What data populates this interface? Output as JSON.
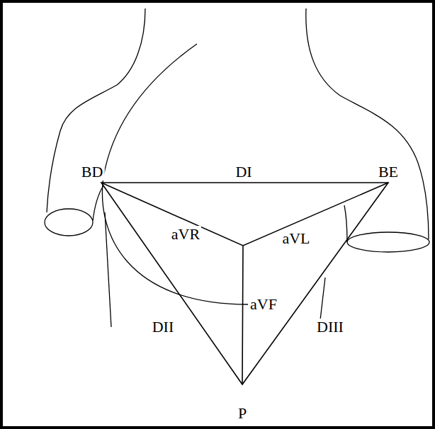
{
  "diagram": {
    "labels": [
      "BD",
      "DI",
      "BE",
      "aVR",
      "aVL",
      "aVF",
      "DII",
      "DIII",
      "P"
    ]
  }
}
